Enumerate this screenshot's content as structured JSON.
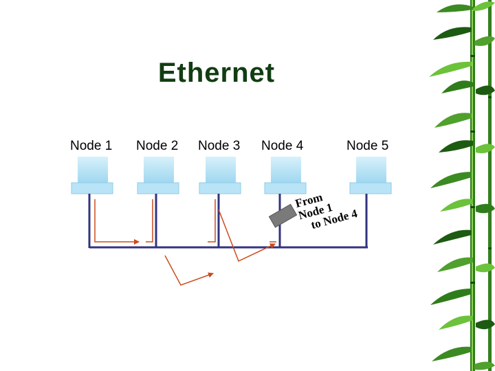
{
  "title": "Ethernet",
  "nodes": [
    {
      "label": "Node 1"
    },
    {
      "label": "Node 2"
    },
    {
      "label": "Node 3"
    },
    {
      "label": "Node 4"
    },
    {
      "label": "Node 5"
    }
  ],
  "packet_text": {
    "line1": "From",
    "line2": "Node 1",
    "line3": "to Node 4"
  },
  "colors": {
    "title": "#123d12",
    "monitor": "#b9e4f7",
    "bus": "#333380",
    "signal_arrow": "#cc4a1a",
    "packet": "#7a7a7a",
    "bamboo_dark": "#1d5a12",
    "bamboo_light": "#6cc23a"
  }
}
